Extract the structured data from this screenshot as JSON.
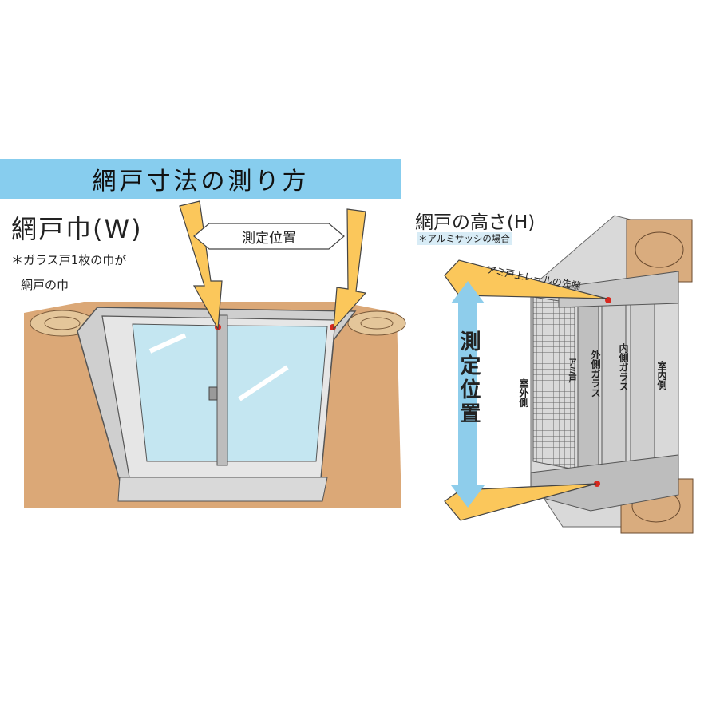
{
  "title": "網戸寸法の測り方",
  "width_section": {
    "heading": "網戸巾(W)",
    "note_line1": "＊ガラス戸1枚の巾が",
    "note_line2": "網戸の巾",
    "measure_label": "測定位置"
  },
  "height_section": {
    "heading": "網戸の高さ(H)",
    "note": "＊アルミサッシの場合",
    "rail_label": "アミ戸上レールの先端",
    "measure_label": "測定位置",
    "labels": {
      "screen": "アミ戸",
      "outer_glass": "外側ガラス",
      "inner_glass": "内側ガラス",
      "indoor": "室内側",
      "outdoor": "室外側"
    }
  },
  "colors": {
    "title_band": "#87cdee",
    "arrow_yellow": "#fbc75b",
    "measure_blue": "#8ecdeb",
    "wall": "#dba877",
    "glass": "#c4e6f1",
    "frame": "#c8c8c8",
    "marker": "#d8281e"
  }
}
